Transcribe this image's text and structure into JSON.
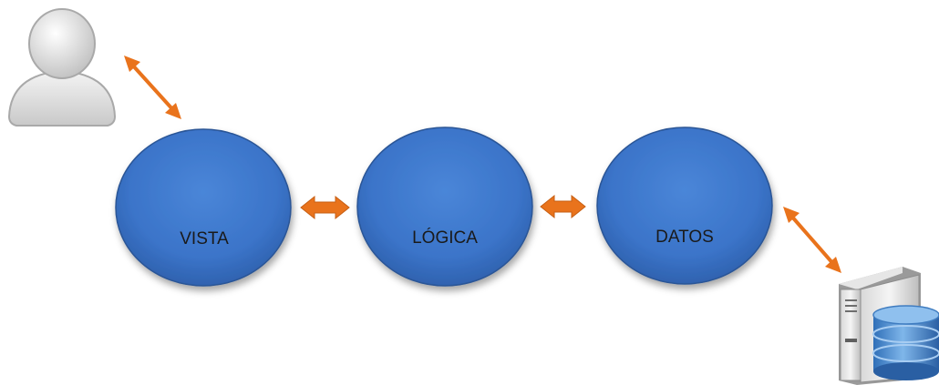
{
  "diagram": {
    "layers": [
      {
        "label": "VISTA"
      },
      {
        "label": "LÓGICA"
      },
      {
        "label": "DATOS"
      }
    ],
    "actors": {
      "user": {
        "icon": "user-icon"
      },
      "database": {
        "icon": "database-server-icon"
      }
    },
    "colors": {
      "layer_fill": "#3B74C9",
      "layer_fill_dark": "#2D5EA8",
      "arrow": "#E9731C"
    }
  }
}
